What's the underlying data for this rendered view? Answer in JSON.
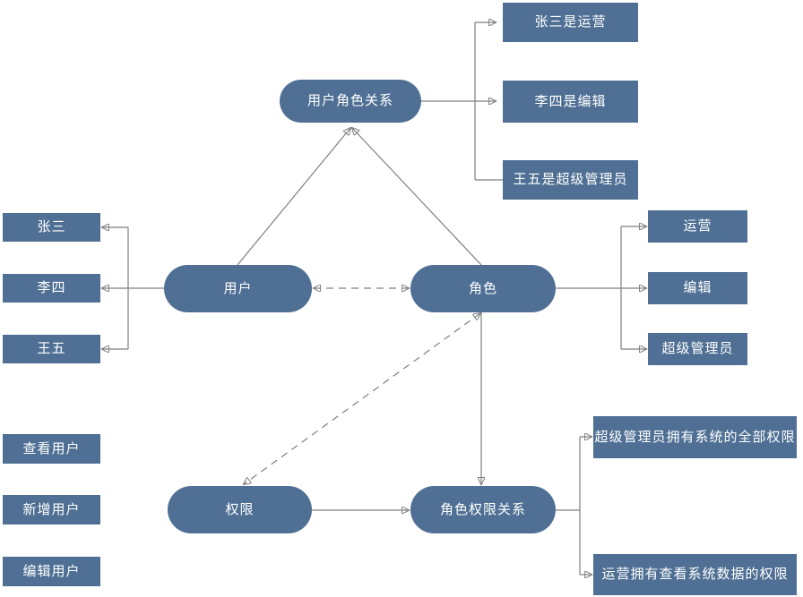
{
  "colors": {
    "node_fill": "#4f7094",
    "node_text": "#ffffff",
    "connector": "#7f7f7f",
    "background": "#ffffff"
  },
  "nodes": {
    "relation_top": "用户角色关系",
    "user": "用户",
    "role": "角色",
    "permission": "权限",
    "relation_bottom": "角色权限关系",
    "user_role_examples": [
      "张三是运营",
      "李四是编辑",
      "王五是超级管理员"
    ],
    "users": [
      "张三",
      "李四",
      "王五"
    ],
    "roles": [
      "运营",
      "编辑",
      "超级管理员"
    ],
    "permissions": [
      "查看用户",
      "新增用户",
      "编辑用户"
    ],
    "role_permission_examples": [
      "超级管理员拥有系统的全部权限",
      "运营拥有查看系统数据的权限"
    ]
  }
}
